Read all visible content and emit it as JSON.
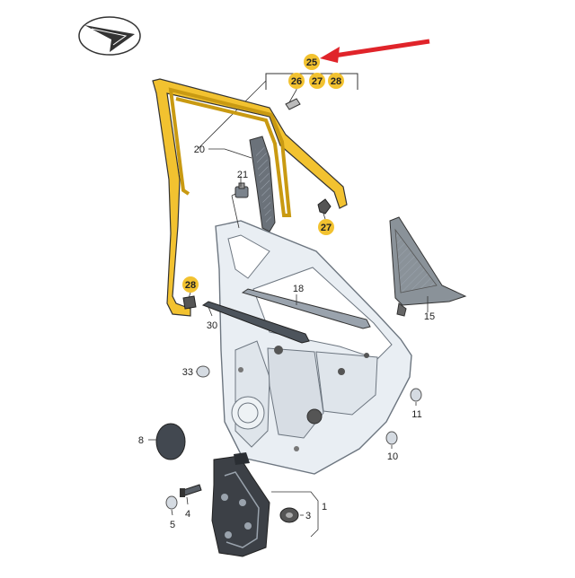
{
  "colors": {
    "highlight": "#f2c230",
    "arrow": "#e0242a",
    "panel_fill": "#e9eef3",
    "panel_stroke": "#6d7680",
    "part_dark": "#3c4046",
    "leader": "#333333"
  },
  "icons": {
    "logo": "navigation-arrow-logo"
  },
  "callouts": {
    "p25": "25",
    "p26": "26",
    "p27a": "27",
    "p28a": "28",
    "p27b": "27",
    "p28b": "28"
  },
  "labels": {
    "p20": "20",
    "p21": "21",
    "p18": "18",
    "p30": "30",
    "p15": "15",
    "p33": "33",
    "p11": "11",
    "p8": "8",
    "p10": "10",
    "p1": "1",
    "p3": "3",
    "p4": "4",
    "p5": "5"
  }
}
